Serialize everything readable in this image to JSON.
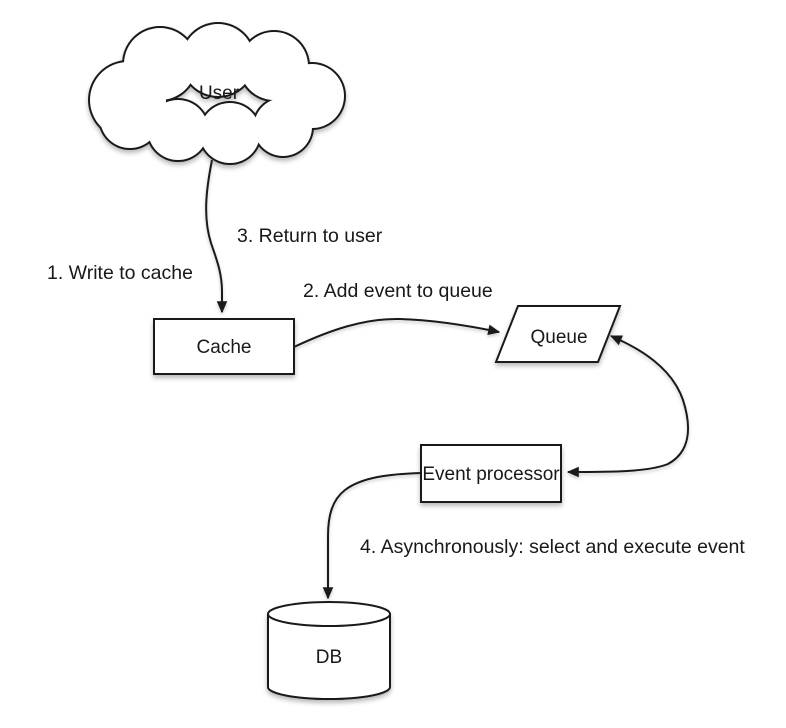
{
  "diagram": {
    "type": "flow-diagram",
    "colors": {
      "background": "#ffffff",
      "line": "#1a1a1a",
      "shape_fill": "#ffffff",
      "text": "#18181d"
    },
    "nodes": {
      "user": {
        "label": "User",
        "shape": "cloud"
      },
      "cache": {
        "label": "Cache",
        "shape": "rectangle"
      },
      "queue": {
        "label": "Queue",
        "shape": "parallelogram"
      },
      "event_processor": {
        "label": "Event processor",
        "shape": "rectangle"
      },
      "db": {
        "label": "DB",
        "shape": "cylinder"
      }
    },
    "edges": [
      {
        "id": "user-cache",
        "from": "user",
        "to": "cache",
        "arrowhead": "into-cache",
        "labels": [
          "1. Write to cache",
          "3. Return to user"
        ]
      },
      {
        "id": "cache-queue",
        "from": "cache",
        "to": "queue",
        "arrowhead": "into-queue",
        "label": "2. Add event to queue"
      },
      {
        "id": "queue-event-processor",
        "from": "queue",
        "to": "event_processor",
        "bidirectional": true
      },
      {
        "id": "event-processor-db",
        "from": "event_processor",
        "to": "db",
        "arrowhead": "into-db",
        "label": "4. Asynchronously: select and execute event"
      }
    ]
  }
}
